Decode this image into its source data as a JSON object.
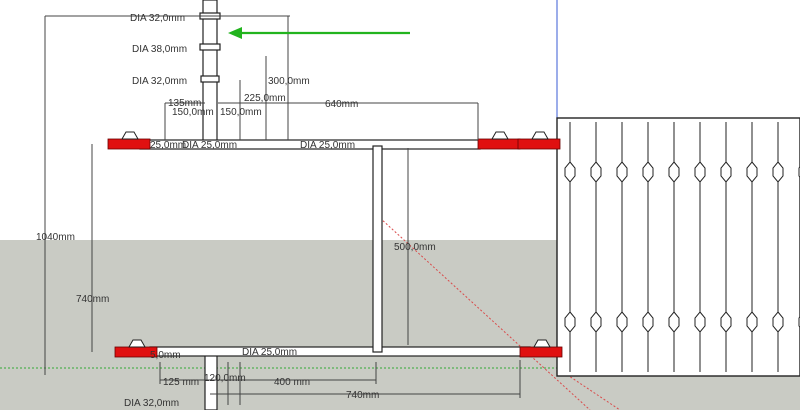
{
  "model": {
    "colors": {
      "sky": "#ffffff",
      "ground": "#c9cbc4",
      "pipe_fill": "#ffffff",
      "valve": "#e01010",
      "arrow": "#22b41e",
      "axis_red": "#d94b4b",
      "axis_green": "#33a833",
      "axis_blue": "#3a5bd6"
    },
    "dimensions": {
      "dia_top": "DIA 32,0mm",
      "dia_top_middle": "DIA 38,0mm",
      "dia_top_lower": "DIA 32,0mm",
      "d_135": "135mm",
      "d_150_left": "150,0mm",
      "d_150_right": "150,0mm",
      "d_225": "225,0mm",
      "d_300": "300,0mm",
      "d_640": "640mm",
      "dia_pipe_1": "25,0mm",
      "dia_pipe_2": "DIA 25,0mm",
      "dia_pipe_3": "DIA 25,0mm",
      "d_1040": "1040mm",
      "d_740": "740mm",
      "d_500": "500,0mm",
      "dia_bottom_pipe_1": "5,0mm",
      "dia_bottom_pipe_2": "DIA 25,0mm",
      "d_125": "125 mm",
      "d_120": "120,0mm",
      "d_400": "400 mm",
      "d_740_bottom": "740mm",
      "dia_bottom": "DIA 32,0mm"
    },
    "icons": {
      "arrow": "arrow-left-icon",
      "valve": "valve-icon",
      "radiator": "radiator-icon"
    }
  }
}
